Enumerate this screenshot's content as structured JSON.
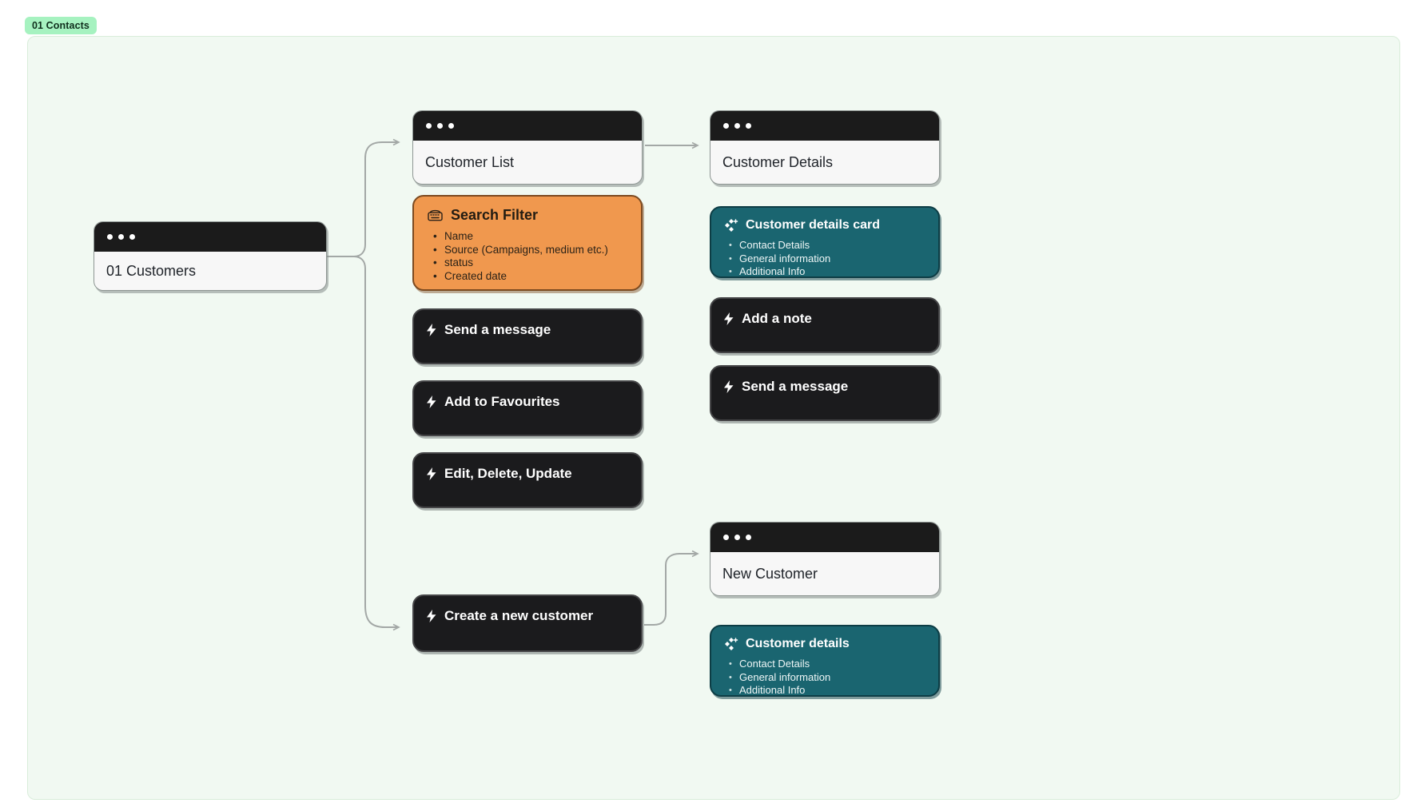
{
  "badge": "01 Contacts",
  "windows": {
    "customers": "01 Customers",
    "customer_list": "Customer List",
    "customer_details": "Customer Details",
    "new_customer": "New Customer"
  },
  "search_filter": {
    "title": "Search Filter",
    "items": [
      "Name",
      "Source (Campaigns, medium etc.)",
      "status",
      "Created date"
    ]
  },
  "actions": {
    "send_message": "Send a message",
    "add_to_favourites": "Add to Favourites",
    "edit_delete_update": "Edit, Delete, Update",
    "create_new_customer": "Create a new customer",
    "add_a_note": "Add a note",
    "send_message_details": "Send a message"
  },
  "detail_cards": {
    "customer_details_card": {
      "title": "Customer details card",
      "items": [
        "Contact Details",
        "General information",
        "Additional Info"
      ]
    },
    "customer_details": {
      "title": "Customer details",
      "items": [
        "Contact Details",
        "General information",
        "Additional Info"
      ]
    }
  },
  "icons": {
    "window_controls": "window-dots",
    "action_prefix": "lightning-bolt",
    "filter_prefix": "keyboard",
    "details_prefix": "component-diamonds"
  },
  "colors": {
    "page_bg": "#ffffff",
    "canvas_bg": "#f1f9f2",
    "canvas_border": "#d9edda",
    "badge_bg": "#a6f2c0",
    "badge_text": "#0f2e1c",
    "window_header": "#1b1b1b",
    "window_body": "#f7f7f7",
    "card_black": "#1b1b1d",
    "card_black_border": "#454547",
    "orange_bg": "#f0984e",
    "orange_border": "#7c4a20",
    "teal_bg": "#1a6570",
    "teal_border": "#0d3d45",
    "connector": "#a3a8a6",
    "text_dark": "#20242a",
    "text_light": "#ffffff"
  }
}
